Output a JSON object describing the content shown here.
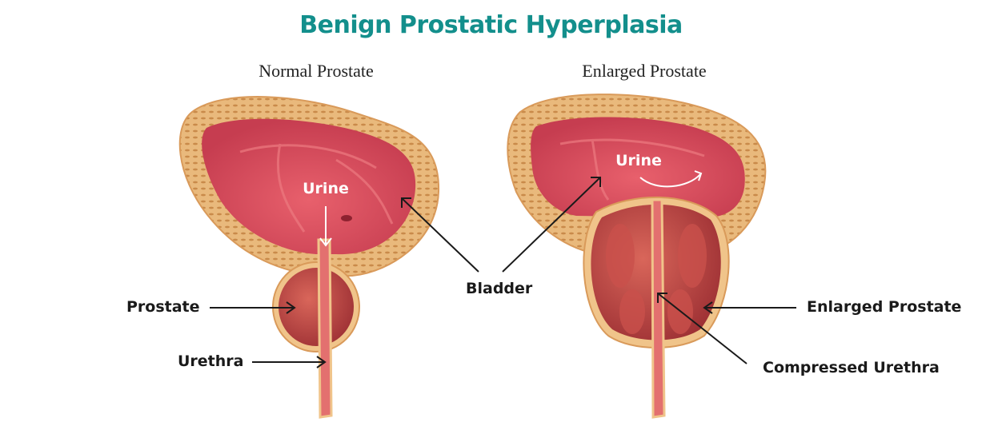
{
  "title": "Benign Prostatic Hyperplasia",
  "normal": {
    "heading": "Normal Prostate",
    "urine_label": "Urine",
    "prostate_label": "Prostate",
    "urethra_label": "Urethra"
  },
  "enlarged": {
    "heading": "Enlarged Prostate",
    "urine_label": "Urine",
    "prostate_label": "Enlarged Prostate",
    "urethra_label": "Compressed Urethra"
  },
  "shared": {
    "bladder_label": "Bladder"
  },
  "colors": {
    "title": "#138f8c",
    "wall": "#e7b679",
    "lumen": "#d9475a",
    "prostate": "#b9443f"
  }
}
